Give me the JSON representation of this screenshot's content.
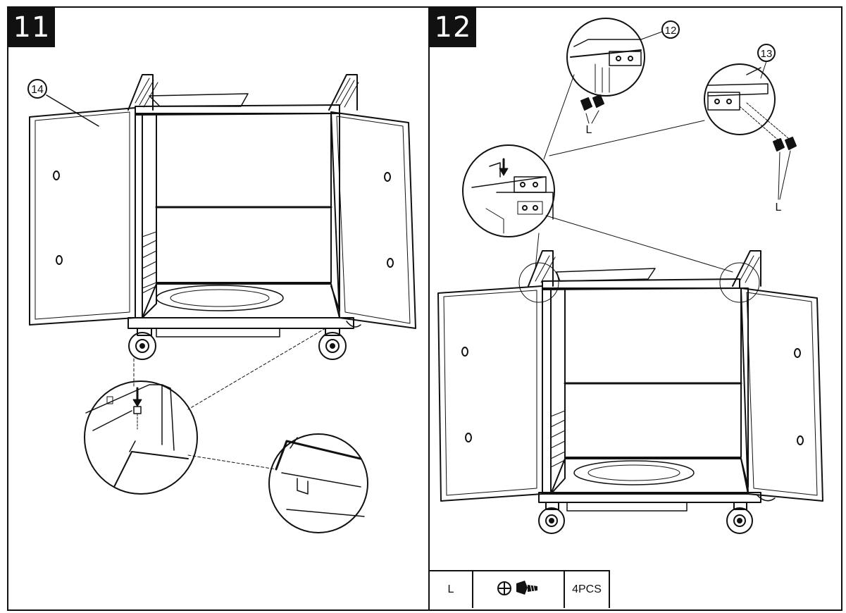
{
  "steps": [
    {
      "number": "11",
      "callouts": {
        "door_part": "14"
      }
    },
    {
      "number": "12",
      "callouts": {
        "bracket_left": "12",
        "bracket_right": "13",
        "screw_left": "L",
        "screw_right": "L"
      }
    }
  ],
  "parts_table": {
    "code": "L",
    "icon": "phillips-screw-icon",
    "quantity": "4PCS"
  }
}
